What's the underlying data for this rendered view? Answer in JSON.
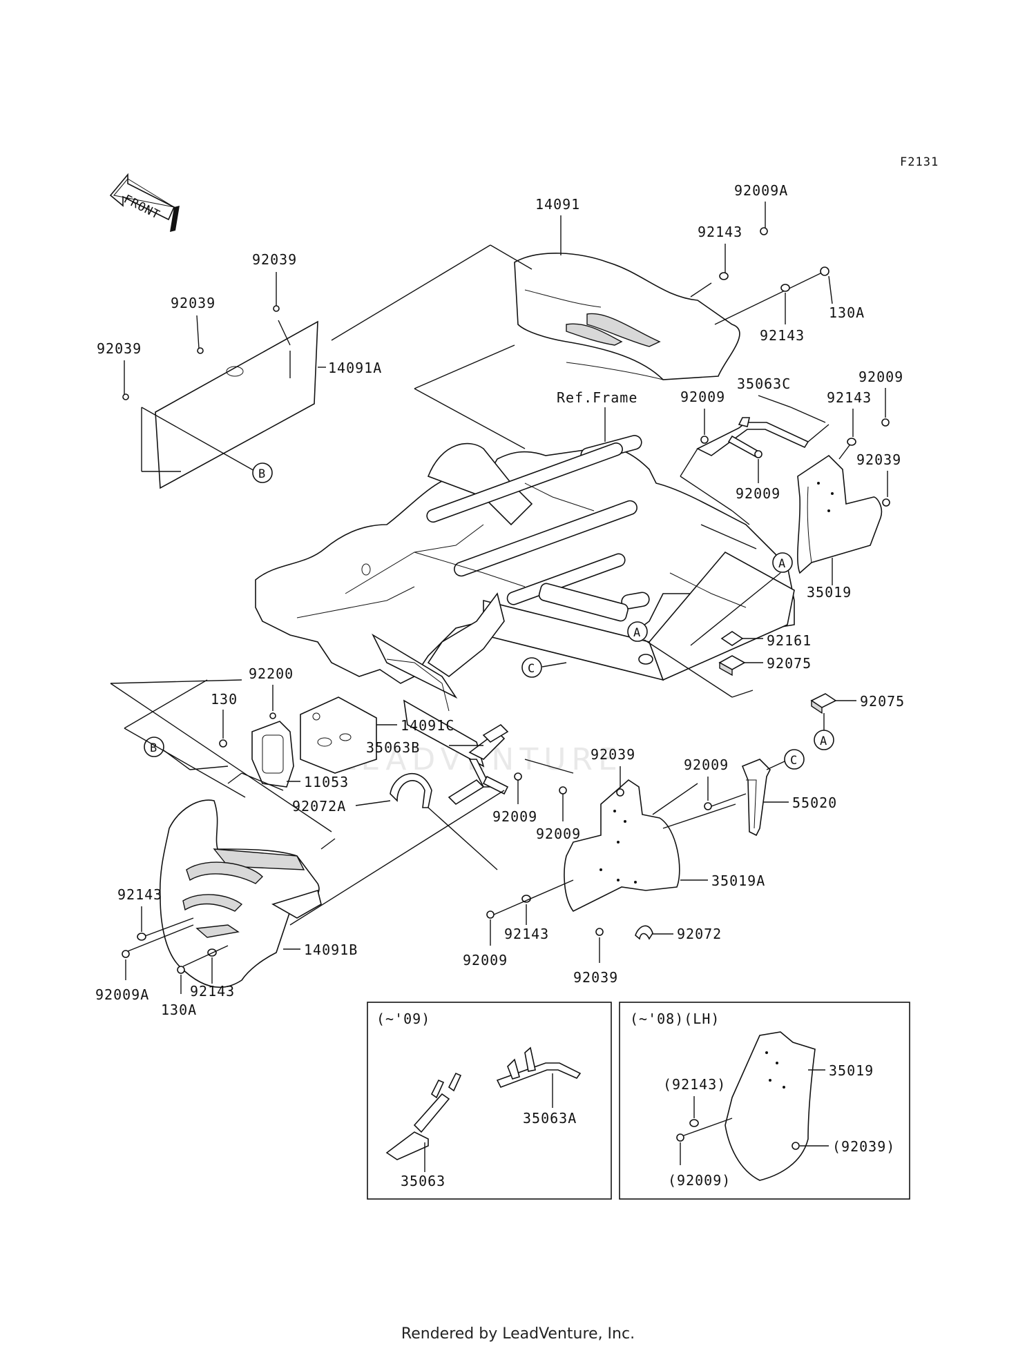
{
  "diagram_code": "F2131",
  "front_arrow_label": "FRONT",
  "watermark": "LEADVENTURE",
  "ref_frame": "Ref.Frame",
  "markers": {
    "a": "A",
    "b": "B",
    "c": "C"
  },
  "callouts": {
    "p14091": "14091",
    "p92009a_top": "92009A",
    "p92143_top1": "92143",
    "p130a_top": "130A",
    "p92143_top2": "92143",
    "p35063c": "35063C",
    "p92009_r1": "92009",
    "p92143_r": "92143",
    "p92009_r2": "92009",
    "p92039_r": "92039",
    "p92009_r3": "92009",
    "p35019": "35019",
    "p92039_a": "92039",
    "p92039_b": "92039",
    "p92039_c": "92039",
    "p14091a": "14091A",
    "p92161": "92161",
    "p92075_a": "92075",
    "p92075_b": "92075",
    "p92200": "92200",
    "p130": "130",
    "p14091c": "14091C",
    "p35063b": "35063B",
    "p11053": "11053",
    "p92072a": "92072A",
    "p92009_m1": "92009",
    "p92009_m2": "92009",
    "p92039_m": "92039",
    "p92009_m3": "92009",
    "p55020": "55020",
    "p35019a": "35019A",
    "p92143_l1": "92143",
    "p92009a_l": "92009A",
    "p14091b": "14091B",
    "p92143_l2": "92143",
    "p130a_l": "130A",
    "p92143_m": "92143",
    "p92009_m4": "92009",
    "p92072": "92072",
    "p92039_m2": "92039"
  },
  "inset_left": {
    "title": "(~'09)",
    "p35063a": "35063A",
    "p35063": "35063"
  },
  "inset_right": {
    "title": "(~'08)(LH)",
    "p35019": "35019",
    "p92143": "(92143)",
    "p92039": "(92039)",
    "p92009": "(92009)"
  },
  "footer": "Rendered by LeadVenture, Inc."
}
